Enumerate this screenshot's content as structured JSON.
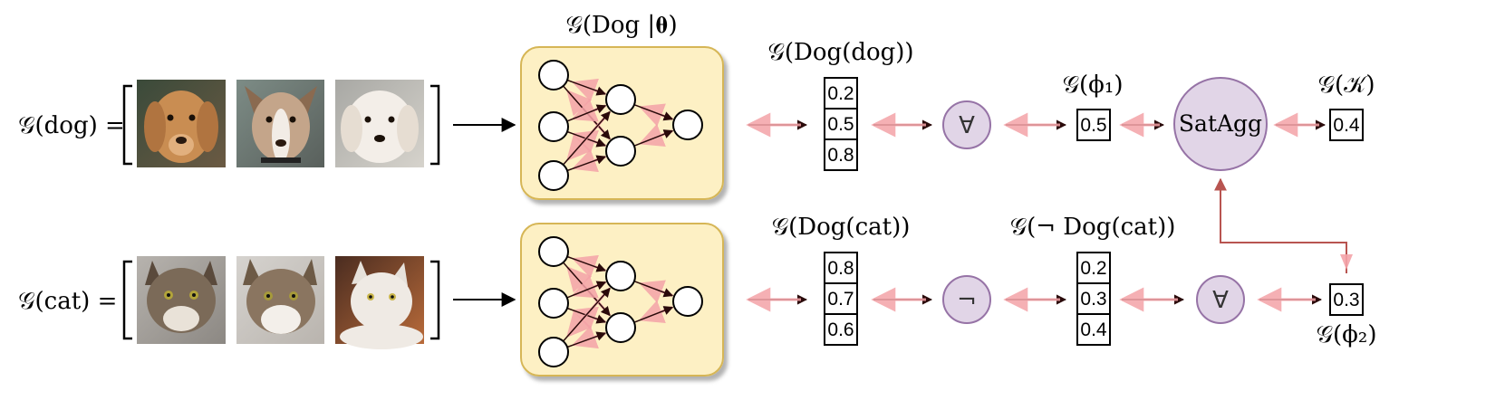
{
  "rows": [
    {
      "label": "𝒢(dog) =",
      "images": [
        {
          "subject": "golden-retriever-photo"
        },
        {
          "subject": "mixed-breed-dog-photo"
        },
        {
          "subject": "white-fluffy-dog-photo"
        }
      ],
      "predicate_output_title": "𝒢(Dog(dog))",
      "predicate_output_values": [
        "0.2",
        "0.5",
        "0.8"
      ]
    },
    {
      "label": "𝒢(cat) =",
      "images": [
        {
          "subject": "tabby-cat-photo"
        },
        {
          "subject": "tabby-white-cat-photo"
        },
        {
          "subject": "white-cat-photo"
        }
      ],
      "predicate_output_title": "𝒢(Dog(cat))",
      "predicate_output_values": [
        "0.8",
        "0.7",
        "0.6"
      ]
    }
  ],
  "network_title": "𝒢(Dog |𝛉)",
  "forall_symbol": "∀",
  "not_symbol": "¬",
  "phi1": {
    "title": "𝒢(ϕ₁)",
    "value": "0.5"
  },
  "negation": {
    "title": "𝒢(¬ Dog(cat))",
    "values": [
      "0.2",
      "0.3",
      "0.4"
    ]
  },
  "phi2": {
    "title": "𝒢(ϕ₂)",
    "value": "0.3"
  },
  "satagg": {
    "label": "SatAgg"
  },
  "knowledge": {
    "title": "𝒢(𝒦)",
    "value": "0.4"
  },
  "colors": {
    "network_fill": "#fdf0c4",
    "network_stroke": "#d6b656",
    "operator_fill": "#e1d5e7",
    "operator_stroke": "#9673a6",
    "forward_arrow": "#2a0a0a",
    "backward_arrow": "#f4a3a8",
    "return_line": "#b85450"
  }
}
